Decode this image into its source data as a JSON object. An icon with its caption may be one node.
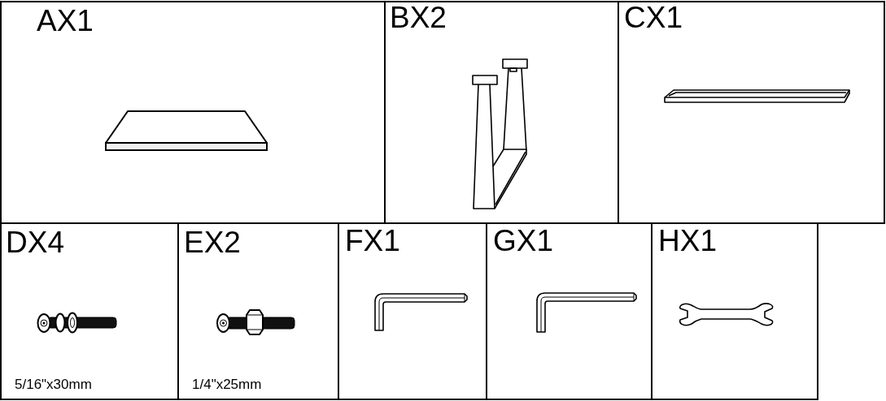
{
  "diagram": {
    "nodes": [
      {
        "text": [
          "AX1"
        ]
      },
      {
        "text": [
          "BX2"
        ]
      },
      {
        "text": [
          "CX1"
        ]
      },
      {
        "text": [
          "DX4",
          "5/16\"x30mm"
        ]
      },
      {
        "text": [
          "EX2",
          "1/4\"x25mm"
        ]
      },
      {
        "text": [
          "FX1"
        ]
      },
      {
        "text": [
          "GX1"
        ]
      },
      {
        "text": [
          "HX1"
        ]
      }
    ]
  }
}
